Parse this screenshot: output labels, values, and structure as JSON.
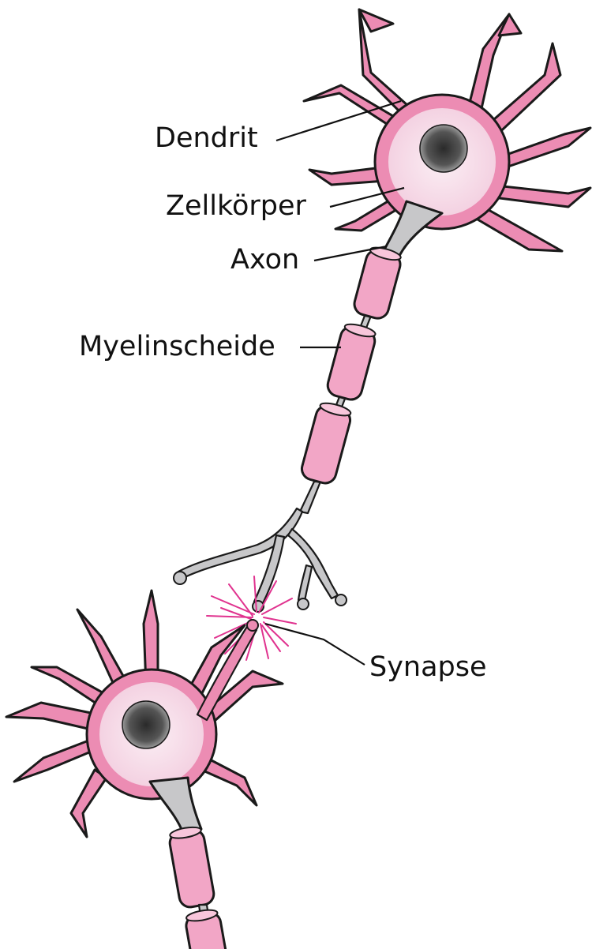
{
  "labels": {
    "dendrite": "Dendrit",
    "cell_body": "Zellkörper",
    "axon": "Axon",
    "myelin_sheath": "Myelinscheide",
    "synapse": "Synapse"
  },
  "colors": {
    "dendrite_pink": "#ec8cb3",
    "cell_body": "#f6d9e6",
    "myelin": "#f2a6c6",
    "axon_gray": "#c7c7c9",
    "nucleus": "#3a3a3a",
    "spark": "#e0338f",
    "outline": "#1a1a1a"
  }
}
